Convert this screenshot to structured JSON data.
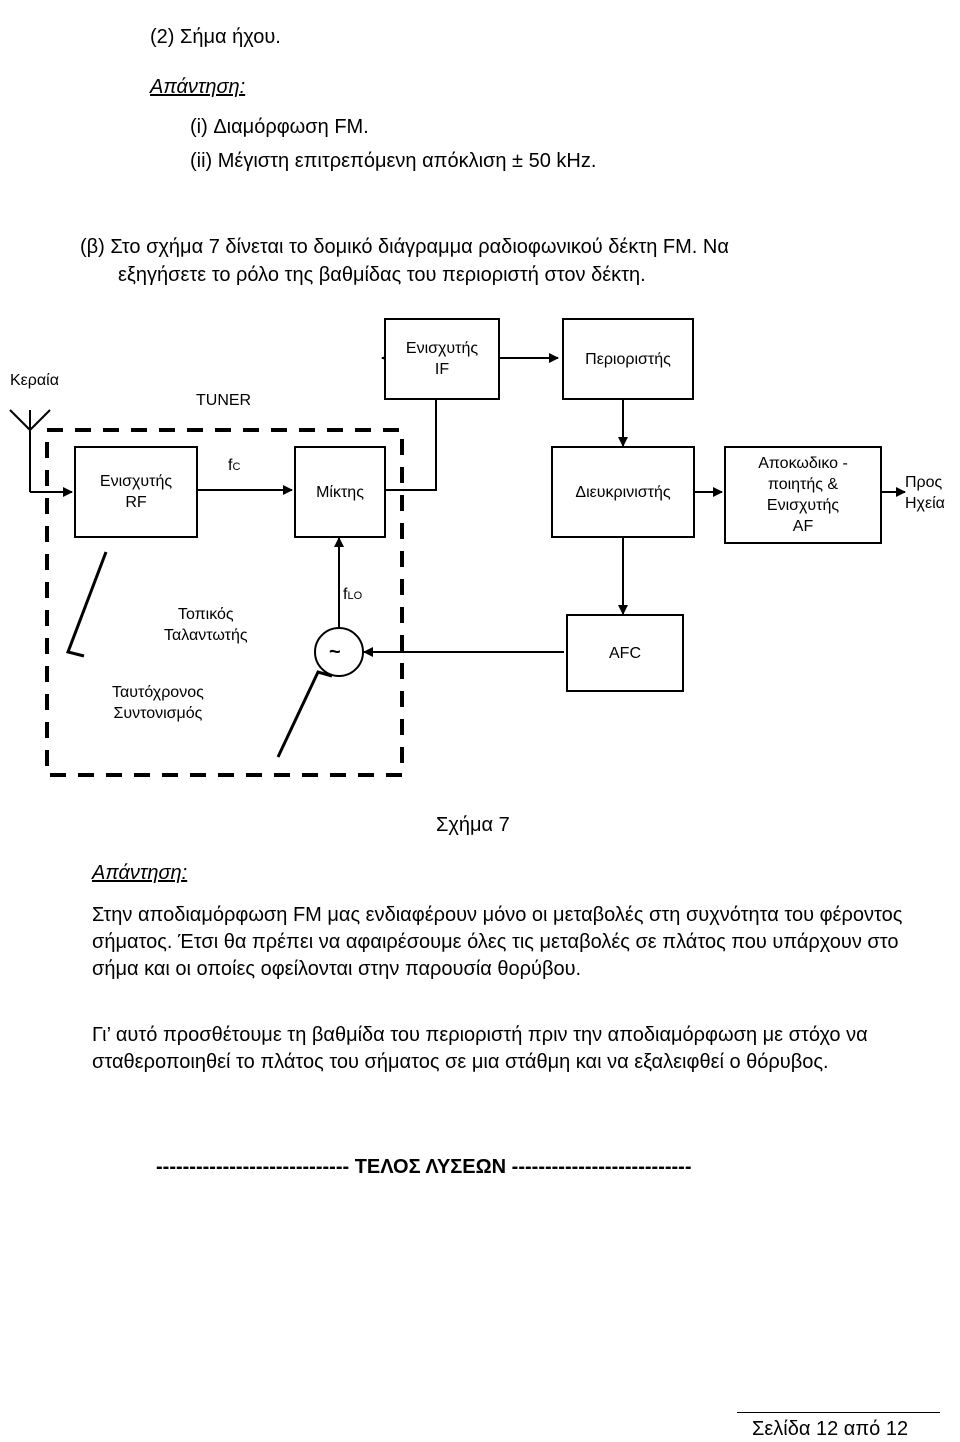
{
  "top": {
    "item2": "(2) Σήμα ήχου.",
    "answer_label_1": "Απάντηση:",
    "ans_i": "(i) Διαμόρφωση FM.",
    "ans_ii": "(ii) Μέγιστη επιτρεπόμενη απόκλιση ± 50 kHz.",
    "question_b_line1": "(β)  Στο σχήμα 7 δίνεται το δομικό διάγραμμα ραδιοφωνικού δέκτη FM. Να",
    "question_b_line2": "εξηγήσετε το ρόλο της βαθμίδας του περιοριστή στον δέκτη."
  },
  "diagram": {
    "antenna_label": "Κεραία",
    "tuner_label": "TUNER",
    "if_amp": [
      "Ενισχυτής",
      "IF"
    ],
    "limiter": "Περιοριστής",
    "rf_amp": [
      "Ενισχυτής",
      "RF"
    ],
    "fc_main": "f",
    "fc_sub": "C",
    "mixer": "Μίκτης",
    "discriminator": "Διευκρινιστής",
    "decoder": [
      "Αποκωδικο -",
      "ποιητής &",
      "Ενισχυτής",
      "AF"
    ],
    "to_speakers": [
      "Προς",
      "Ηχεία"
    ],
    "local_osc": [
      "Τοπικός",
      "Ταλαντωτής"
    ],
    "flo_main": "f",
    "flo_sub": "LO",
    "osc_symbol": "~",
    "afc": "AFC",
    "sync_tuning": [
      "Ταυτόχρονος",
      "Συντονισμός"
    ],
    "caption": "Σχήμα 7"
  },
  "answer": {
    "label": "Απάντηση:",
    "para1": "Στην αποδιαμόρφωση FM μας ενδιαφέρουν μόνο οι μεταβολές στη συχνότητα του φέροντος σήματος. Έτσι θα πρέπει να αφαιρέσουμε όλες τις μεταβολές σε πλάτος που υπάρχουν στο σήμα και οι οποίες οφείλονται στην παρουσία θορύβου.",
    "para2": "Γι’ αυτό προσθέτουμε τη βαθμίδα του περιοριστή πριν την αποδιαμόρφωση με στόχο  να σταθεροποιηθεί το πλάτος του σήματος σε μια στάθμη και να εξαλειφθεί ο θόρυβος."
  },
  "end_line": "----------------------------- ΤΕΛΟΣ ΛΥΣΕΩΝ ---------------------------",
  "footer": "Σελίδα 12 από 12"
}
